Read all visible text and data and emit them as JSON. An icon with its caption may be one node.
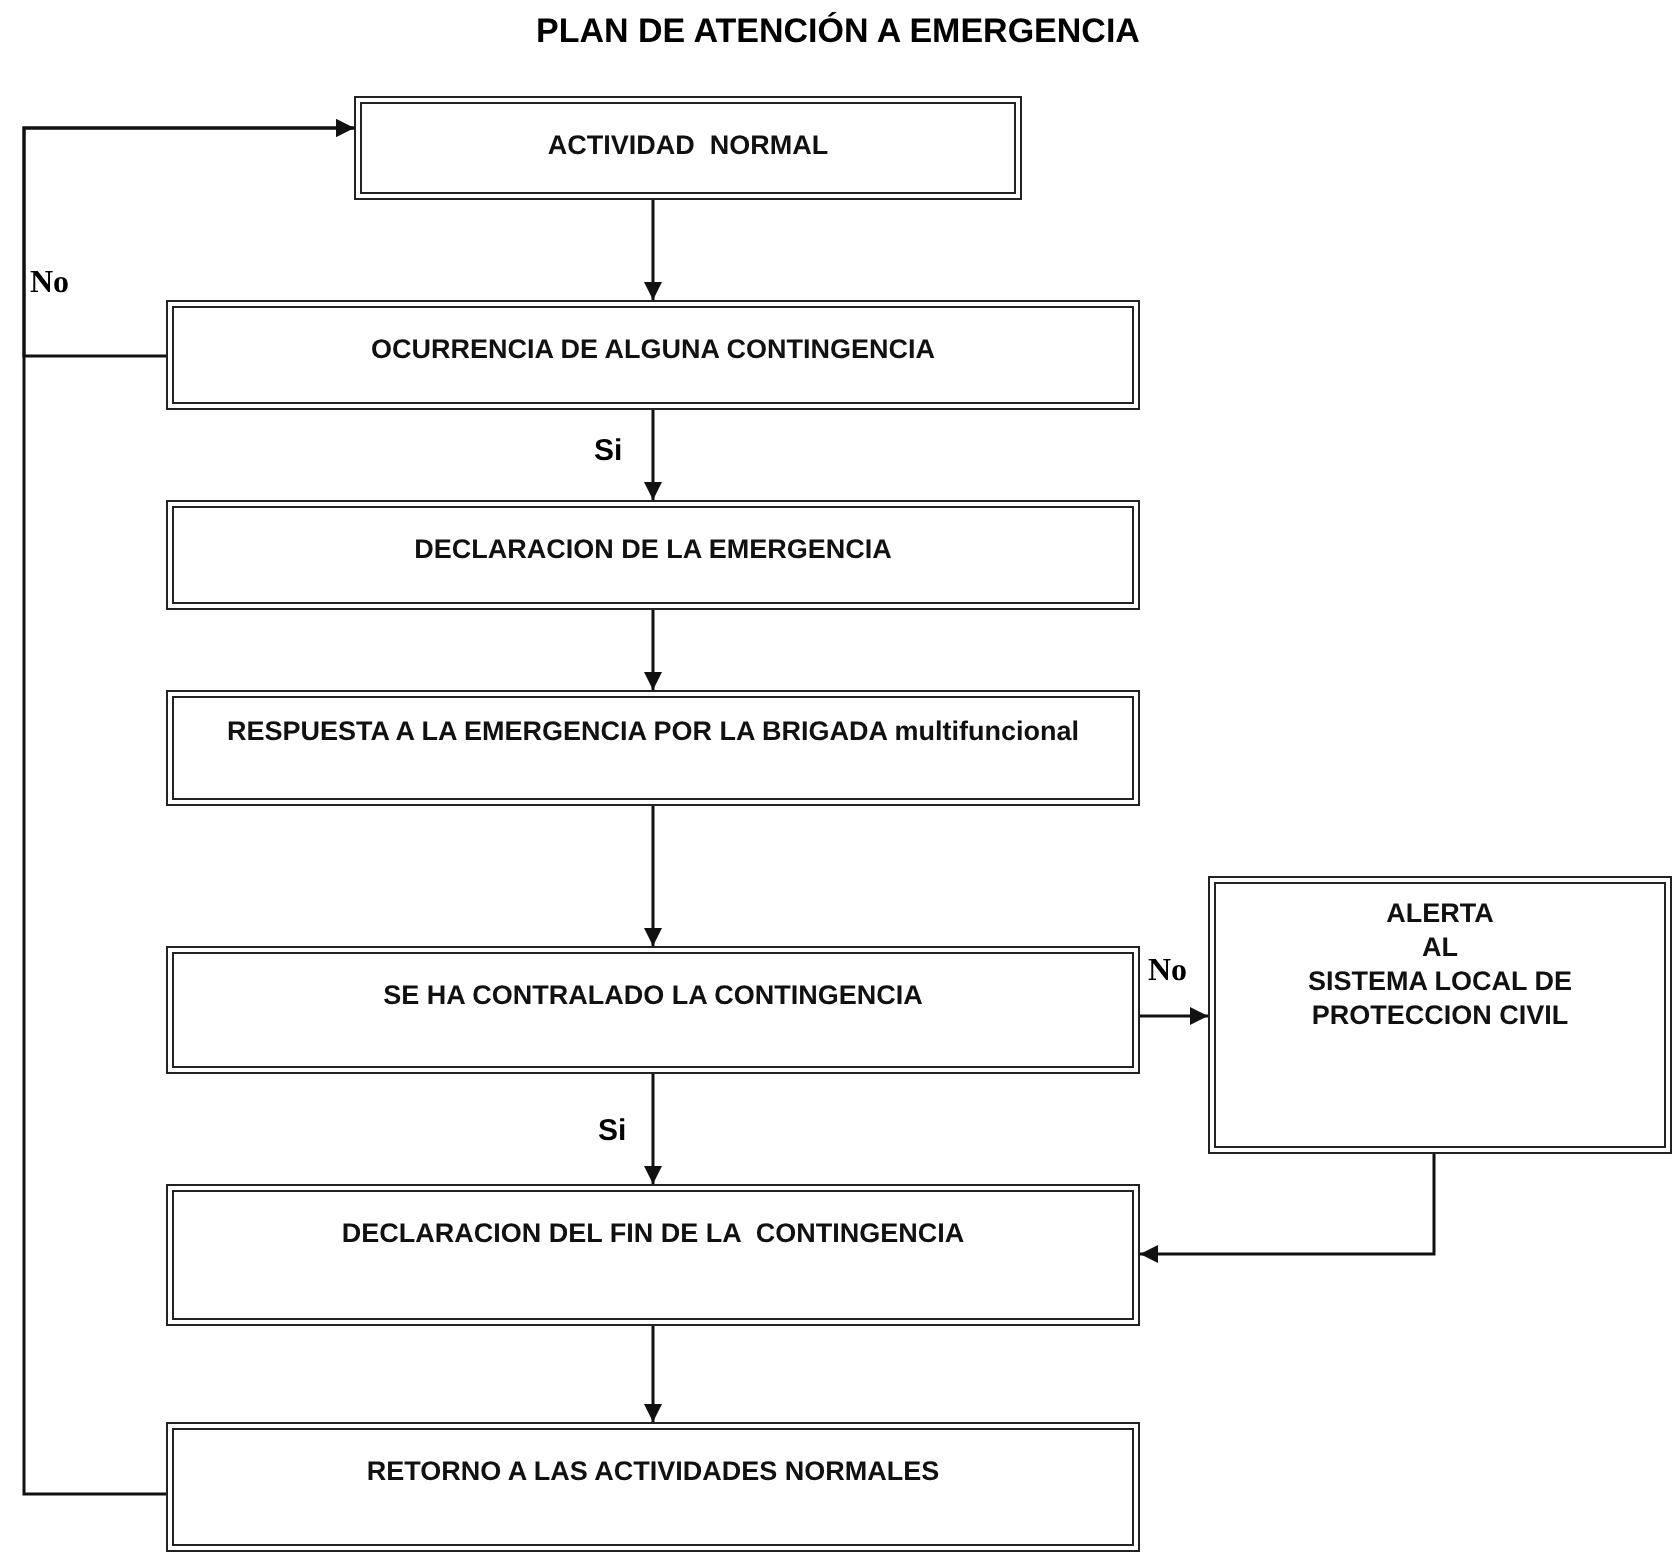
{
  "diagram": {
    "title": "PLAN DE ATENCIÓN A EMERGENCIA",
    "nodes": [
      {
        "text": [
          "ACTIVIDAD  NORMAL"
        ]
      },
      {
        "text": [
          "OCURRENCIA DE ALGUNA CONTINGENCIA"
        ]
      },
      {
        "text": [
          "DECLARACION DE LA EMERGENCIA"
        ]
      },
      {
        "text": [
          "RESPUESTA A LA EMERGENCIA POR LA BRIGADA multifuncional"
        ]
      },
      {
        "text": [
          "SE HA CONTRALADO LA CONTINGENCIA"
        ]
      },
      {
        "text": [
          "ALERTA",
          "AL",
          "SISTEMA LOCAL DE PROTECCION CIVIL"
        ]
      },
      {
        "text": [
          "DECLARACION DEL FIN DE LA  CONTINGENCIA"
        ]
      },
      {
        "text": [
          "RETORNO A LAS ACTIVIDADES NORMALES"
        ]
      }
    ],
    "edges": [
      {
        "from": 0,
        "to": 1,
        "arrow": "to"
      },
      {
        "from": 1,
        "to": 2,
        "arrow": "to",
        "label": "Si"
      },
      {
        "from": 2,
        "to": 3,
        "arrow": "to"
      },
      {
        "from": 3,
        "to": 4,
        "arrow": "to"
      },
      {
        "from": 4,
        "to": 5,
        "arrow": "to",
        "label": "No"
      },
      {
        "from": 4,
        "to": 6,
        "arrow": "to",
        "label": "Si"
      },
      {
        "from": 5,
        "to": 6,
        "arrow": "to"
      },
      {
        "from": 6,
        "to": 7,
        "arrow": "to"
      },
      {
        "from": 1,
        "to": 0,
        "arrow": "to",
        "label": "No"
      },
      {
        "from": 7,
        "to": 0,
        "arrow": "to"
      }
    ]
  }
}
